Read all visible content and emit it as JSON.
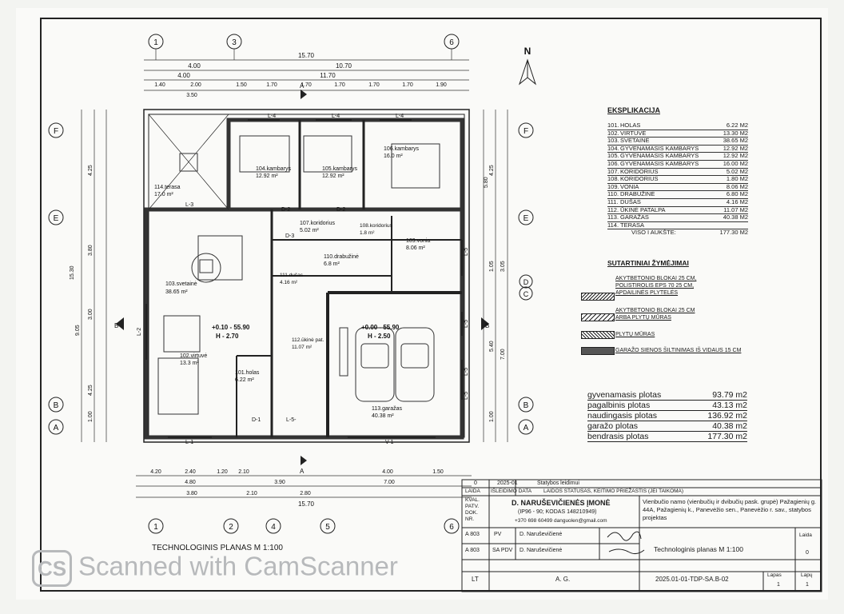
{
  "plan": {
    "title": "TECHNOLOGINIS PLANAS  M 1:100",
    "north_label": "N",
    "axis_numbers_top": [
      "1",
      "3",
      "6"
    ],
    "axis_numbers_bottom": [
      "1",
      "2",
      "4",
      "5",
      "6"
    ],
    "axis_letters": [
      "F",
      "E",
      "D",
      "C",
      "B",
      "A"
    ],
    "dims_top": [
      "15.70",
      "4.00",
      "10.70",
      "4.00",
      "11.70",
      "1.40",
      "2.00",
      "1.50",
      "1.70",
      "1.70",
      "1.70",
      "1.70",
      "1.70",
      "1.90",
      "3.50"
    ],
    "dims_bottom": [
      "4.20",
      "2.40",
      "1.20",
      "2.10",
      "3.90",
      "4.00",
      "1.50",
      "4.80",
      "3.80",
      "2.10",
      "2.80",
      "7.00",
      "15.70"
    ],
    "dims_left": [
      "9.05",
      "15.30",
      "4.25",
      "3.80",
      "3.00",
      "4.25",
      "1.00"
    ],
    "dims_right": [
      "4.25",
      "5.80",
      "1.05",
      "3.05",
      "5.40",
      "7.00",
      "1.00"
    ],
    "rooms": [
      {
        "id": "104",
        "label": "104.kambarys",
        "area": "12.92 m²"
      },
      {
        "id": "105",
        "label": "105.kambarys",
        "area": "12.92 m²"
      },
      {
        "id": "106",
        "label": "106.kambarys",
        "area": "16.0 m²"
      },
      {
        "id": "114",
        "label": "114.terasa",
        "area": "17.0 m²"
      },
      {
        "id": "103",
        "label": "103.svetainė",
        "area": "38.65 m²"
      },
      {
        "id": "107",
        "label": "107.koridorius",
        "area": "5.02 m²"
      },
      {
        "id": "108",
        "label": "108.koridorius",
        "area": "1.8 m²"
      },
      {
        "id": "109",
        "label": "109.vonia",
        "area": "8.06 m²"
      },
      {
        "id": "110",
        "label": "110.drabužinė",
        "area": "6.8 m²"
      },
      {
        "id": "111",
        "label": "111.dušas",
        "area": "4.16 m²"
      },
      {
        "id": "112",
        "label": "112.ūkinė pat.",
        "area": "11.07 m²"
      },
      {
        "id": "102",
        "label": "102.virtuvė",
        "area": "13.3 m²"
      },
      {
        "id": "101",
        "label": "101.holas",
        "area": "6.22 m²"
      },
      {
        "id": "113",
        "label": "113.garažas",
        "area": "40.38 m²"
      }
    ],
    "levels": {
      "l1": "+0.10 - 55.90",
      "h1": "H - 2.70",
      "l2": "+0.00 - 55.90",
      "h2": "H - 2.50"
    },
    "openings": [
      "L-4",
      "L-4",
      "L-4",
      "L-3",
      "L-2",
      "L-5",
      "L-5",
      "L-5",
      "L-5",
      "L-1",
      "V-1",
      "D-1",
      "D-2",
      "D-2",
      "D-3",
      "L-5-"
    ],
    "section_marks": [
      "A",
      "A",
      "B",
      "B"
    ]
  },
  "explication": {
    "title": "EKSPLIKACIJA",
    "rows": [
      {
        "n": "101.",
        "name": "HOLAS",
        "area": "6.22 M2"
      },
      {
        "n": "102.",
        "name": "VIRTUVĖ",
        "area": "13.30 M2"
      },
      {
        "n": "103.",
        "name": "SVETAINĖ",
        "area": "38.65 M2"
      },
      {
        "n": "104.",
        "name": "GYVENAMASIS KAMBARYS",
        "area": "12.92 M2"
      },
      {
        "n": "105.",
        "name": "GYVENAMASIS KAMBARYS",
        "area": "12.92 M2"
      },
      {
        "n": "106.",
        "name": "GYVENAMASIS KAMBARYS",
        "area": "16.00 M2"
      },
      {
        "n": "107.",
        "name": "KORIDORIUS",
        "area": "5.02 M2"
      },
      {
        "n": "108.",
        "name": "KORIDORIUS",
        "area": "1.80 M2"
      },
      {
        "n": "109.",
        "name": "VONIA",
        "area": "8.06 M2"
      },
      {
        "n": "110.",
        "name": "DRABUŽINĖ",
        "area": "6.80 M2"
      },
      {
        "n": "111.",
        "name": "DUŠAS",
        "area": "4.16 M2"
      },
      {
        "n": "112.",
        "name": "ŪKINĖ PATALPA",
        "area": "11.07 M2"
      },
      {
        "n": "113.",
        "name": "GARAŽAS",
        "area": "40.38 M2"
      },
      {
        "n": "114.",
        "name": "TERASA",
        "area": ""
      }
    ],
    "total_label": "VISO I AUKŠTE:",
    "total": "177.30 M2"
  },
  "legend": {
    "title": "SUTARTINIAI ŽYMĖJIMAI",
    "items": [
      {
        "lines": [
          "AKYTBETONIO BLOKAI  25 CM,",
          "POLISTIROLIS EPS 70  25 CM,",
          "APDAILINĖS PLYTELĖS"
        ]
      },
      {
        "lines": [
          "AKYTBETONIO BLOKAI  25 CM",
          "ARBA PLYTŲ MŪRAS"
        ]
      },
      {
        "lines": [
          "PLYTŲ MŪRAS"
        ]
      },
      {
        "lines": [
          "GARAŽO SIENOS ŠILTINIMAS IŠ VIDAUS 15 CM"
        ]
      }
    ]
  },
  "areas": [
    {
      "label": "gyvenamasis plotas",
      "value": "93.79 m2"
    },
    {
      "label": "pagalbinis plotas",
      "value": "43.13 m2"
    },
    {
      "label": "naudingasis plotas",
      "value": "136.92 m2"
    },
    {
      "label": "garažo plotas",
      "value": "40.38 m2"
    },
    {
      "label": "bendrasis plotas",
      "value": "177.30 m2"
    }
  ],
  "title_block": {
    "rev_no": "0",
    "rev_date": "2025-01",
    "rev_desc": "Statybos leidimui",
    "laida": "LAIDA",
    "issue_date": "IŠLEIDIMO DATA",
    "status_header": "LAIDOS STATUSAS, KEITIMO PRIEŽASTIS (JEI TAIKOMA)",
    "kval": "KVAL. PATV. DOK. NR.",
    "company": "D. NARUŠEVIČIENĖS ĮMONĖ",
    "company_code": "(IP96 - 90; KODAS 148210949)",
    "company_contact": "+370 698 60499 danguolen@gmail.com",
    "project": "Vienbučio namo (vienbučių ir dvibučių pask. grupė) Pažagienių g. 44A, Pažagienių k., Panevėžio sen., Panevėžio r. sav., statybos projektas",
    "row1_code": "A 803",
    "row1_role": "PV",
    "row1_name": "D. Naruševičienė",
    "row2_code": "A 803",
    "row2_role": "SA PDV",
    "row2_name": "D. Naruševičienė",
    "sheet_title": "Technologinis planas  M 1:100",
    "laida_label": "Laida",
    "laida_value": "0",
    "lang": "LT",
    "ag": "A. G.",
    "doc_no": "2025.01-01-TDP-SA.B-02",
    "lapas_label": "Lapas",
    "lapas_value": "1",
    "lapu_label": "Lapų",
    "lapu_value": "1"
  },
  "watermark": {
    "logo": "CS",
    "text": "Scanned with CamScanner"
  }
}
